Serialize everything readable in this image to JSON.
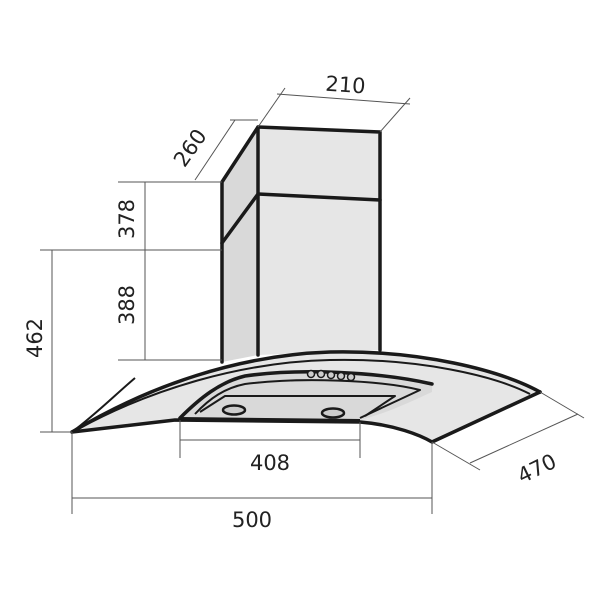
{
  "diagram": {
    "dimensions": {
      "chimney_width": "210",
      "chimney_depth": "260",
      "upper_chimney_height": "378",
      "lower_chimney_height": "388",
      "total_height": "462",
      "filter_width": "408",
      "hood_width": "500",
      "hood_depth": "470"
    },
    "control_buttons": 5
  },
  "colors": {
    "outline": "#1a1a1a",
    "body": "#e6e6e6",
    "dimension_line": "#555555"
  }
}
